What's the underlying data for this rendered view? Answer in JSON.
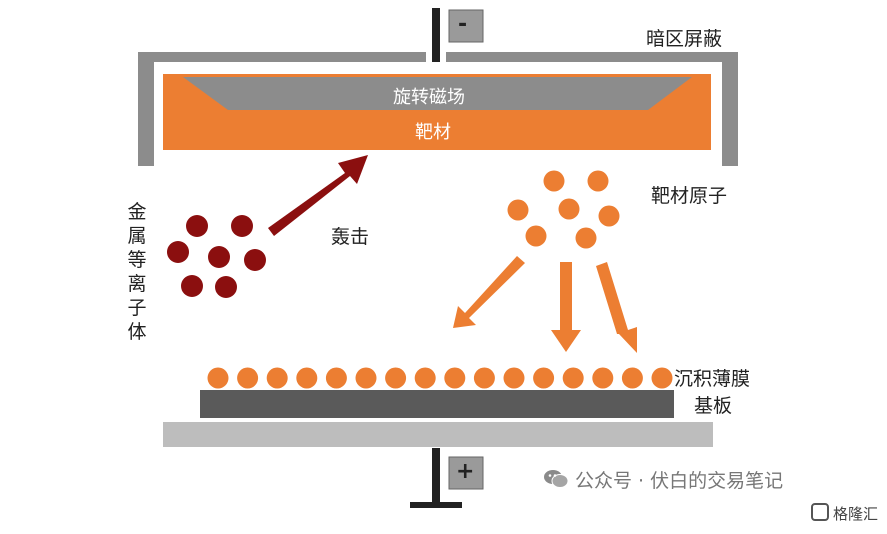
{
  "electrodes": {
    "cathode_sign": "-",
    "anode_sign": "+"
  },
  "labels": {
    "dark_shield": "暗区屏蔽",
    "magnetic_field": "旋转磁场",
    "target": "靶材",
    "target_atoms": "靶材原子",
    "plasma": "金属等离子体",
    "bombard": "轰击",
    "deposited_film": "沉积薄膜",
    "substrate": "基板"
  },
  "watermark": {
    "text": "公众号 · 伏白的交易笔记",
    "brand": "格隆汇"
  },
  "colors": {
    "orange": "#EC7E32",
    "dark_red": "#8B0F0F",
    "gray": "#8C8C8C",
    "dark_gray": "#5A5A5A",
    "light_gray": "#BDBDBD"
  }
}
